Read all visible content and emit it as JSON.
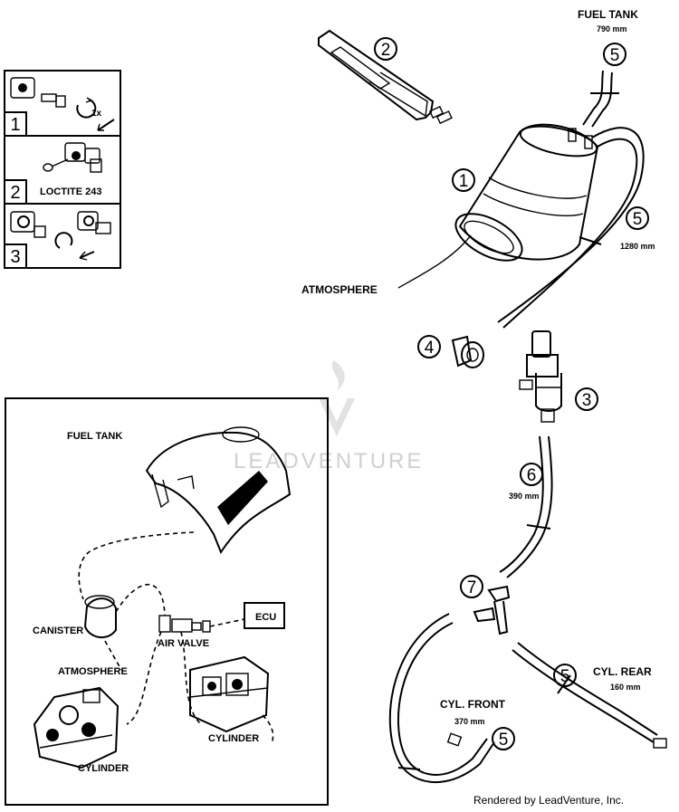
{
  "callouts": {
    "c1": "1",
    "c2": "2",
    "c3": "3",
    "c4": "4",
    "c5a": "5",
    "c5b": "5",
    "c5c": "5",
    "c5d": "5",
    "c6": "6",
    "c7": "7"
  },
  "steps": {
    "s1": "1",
    "s2": "2",
    "s3": "3",
    "torque": "1x",
    "loctite": "LOCTITE 243"
  },
  "labels": {
    "fuel_tank": "FUEL TANK",
    "fuel_tank_len": "790 mm",
    "hose5_len": "1280 mm",
    "atmosphere": "ATMOSPHERE",
    "hose6_len": "390 mm",
    "cyl_rear": "CYL. REAR",
    "cyl_rear_len": "160 mm",
    "cyl_front": "CYL. FRONT",
    "cyl_front_len": "370 mm"
  },
  "schematic": {
    "fuel_tank": "FUEL TANK",
    "canister": "CANISTER",
    "air_valve": "AIR VALVE",
    "ecu": "ECU",
    "atmosphere": "ATMOSPHERE",
    "cylinder_right": "CYLINDER",
    "cylinder_left": "CYLINDER"
  },
  "watermark": "LEADVENTURE",
  "credit": "Rendered by LeadVenture, Inc."
}
